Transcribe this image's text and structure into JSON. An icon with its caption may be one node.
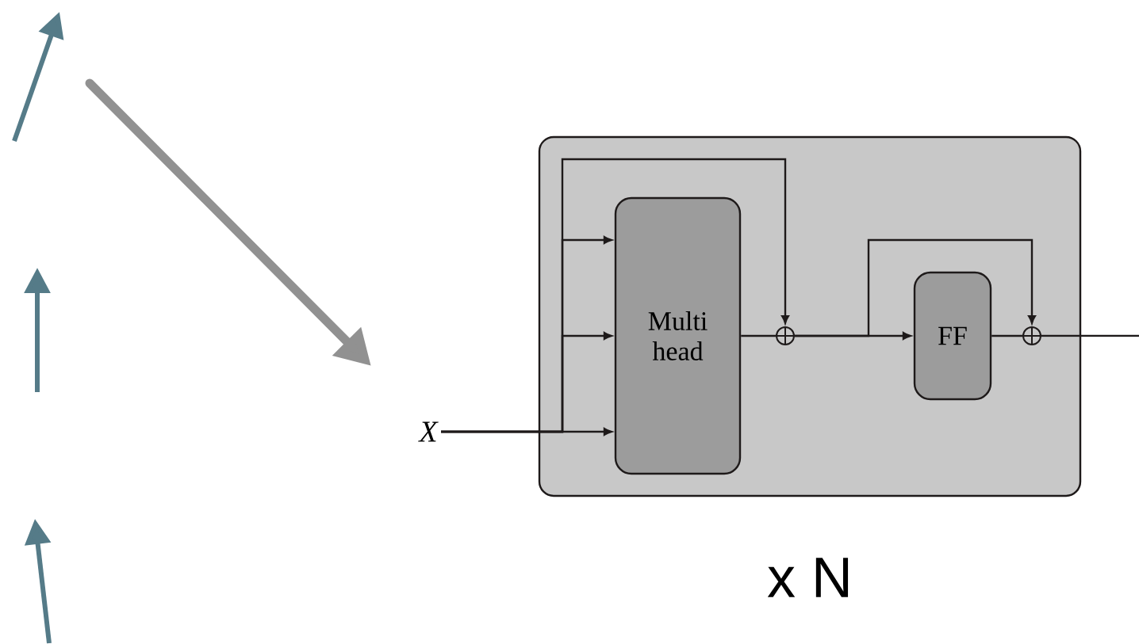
{
  "diagram": {
    "nodes": [
      {
        "text": [],
        "shape": "box",
        "beside": [
          "x N"
        ]
      },
      {
        "text": [
          "X"
        ]
      },
      {
        "text": [
          "Multi head"
        ],
        "in": 0
      },
      {
        "text": [],
        "shape": "circle",
        "in": 0
      },
      {
        "text": [
          "FF"
        ],
        "in": 0
      },
      {
        "text": [],
        "shape": "circle",
        "in": 0
      }
    ],
    "edges": [
      {
        "from": 1,
        "to": 2,
        "arrow": "to"
      },
      {
        "from": 1,
        "to": 2,
        "arrow": "to"
      },
      {
        "from": 1,
        "to": 2,
        "arrow": "to"
      },
      {
        "from": 1,
        "to": 3,
        "arrow": "to"
      },
      {
        "from": 2,
        "to": 3,
        "arrow": "none"
      },
      {
        "from": 3,
        "to": 4,
        "arrow": "to"
      },
      {
        "from": 3,
        "to": 5,
        "arrow": "to"
      },
      {
        "from": 4,
        "to": 5,
        "arrow": "none"
      },
      {
        "from": 5,
        "to": null,
        "arrow": "none"
      }
    ]
  }
}
